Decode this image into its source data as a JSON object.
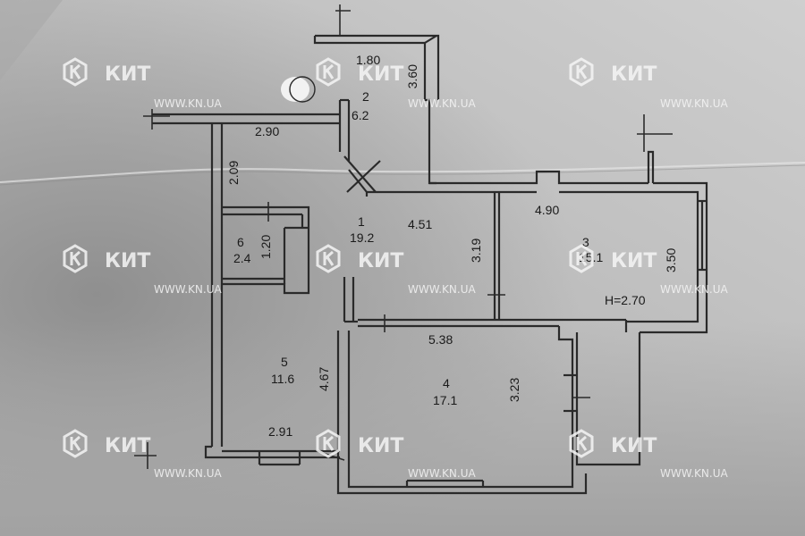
{
  "plan": {
    "rooms": [
      {
        "number": "1",
        "area": "19.2"
      },
      {
        "number": "2",
        "area": "6.2"
      },
      {
        "number": "3",
        "area": "15.1"
      },
      {
        "number": "4",
        "area": "17.1"
      },
      {
        "number": "5",
        "area": "11.6"
      },
      {
        "number": "6",
        "area": "2.4"
      }
    ],
    "dimensions": [
      "1.80",
      "3.60",
      "2.90",
      "2.09",
      "4.51",
      "3.19",
      "4.90",
      "3.50",
      "1.20",
      "5.38",
      "3.23",
      "4.67",
      "2.91"
    ],
    "ceiling_height": "H=2.70"
  },
  "watermark": {
    "brand": "КИТ",
    "url": "WWW.KN.UA"
  },
  "colors": {
    "paper": "#b9b9b9",
    "line": "#2a2a2a",
    "watermark": "#f4f4f4"
  }
}
